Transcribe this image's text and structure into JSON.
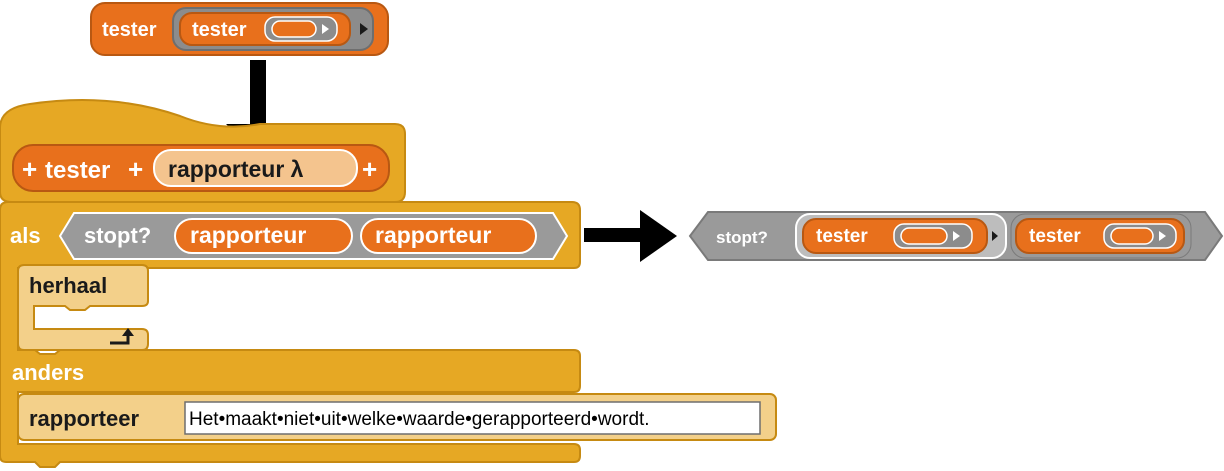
{
  "top_block": {
    "outer_label": "tester",
    "inner_label": "tester"
  },
  "definition": {
    "hat_plus_left": "+",
    "hat_name": "tester",
    "hat_plus_mid": "+",
    "hat_param": "rapporteur λ",
    "hat_plus_right": "+",
    "if_label": "als",
    "predicate_label": "stopt?",
    "arg1": "rapporteur",
    "arg2": "rapporteur",
    "repeat_label": "herhaal",
    "loop_arrow": "↲",
    "else_label": "anders",
    "report_label": "rapporteer",
    "report_text": "Het•maakt•niet•uit•welke•waarde•gerapporteerd•wordt."
  },
  "result": {
    "predicate_label": "stopt?",
    "left_block_label": "tester",
    "right_block_label": "tester"
  },
  "colors": {
    "other_orange": "#E8701C",
    "control_gold": "#E6A824",
    "ring_gray": "#8C8C8C",
    "operator_gray": "#9A9A9A",
    "arrow_black": "#000000"
  }
}
